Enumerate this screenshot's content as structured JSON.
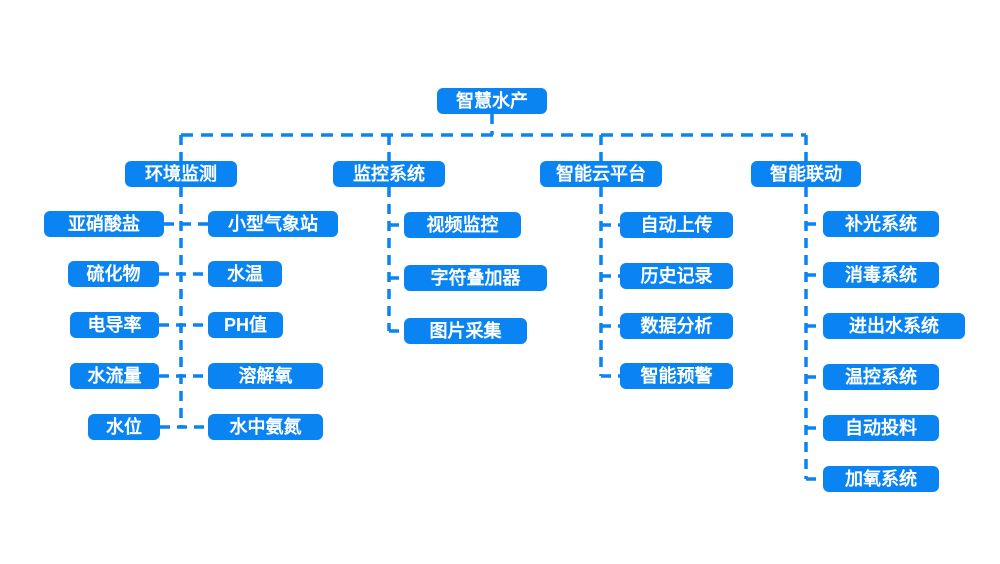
{
  "diagram": {
    "accent_color": "#0a84f2",
    "root": {
      "label": "智慧水产"
    },
    "branches": [
      {
        "label": "环境监测",
        "children_left": [
          "亚硝酸盐",
          "硫化物",
          "电导率",
          "水流量",
          "水位"
        ],
        "children_right": [
          "小型气象站",
          "水温",
          "PH值",
          "溶解氧",
          "水中氨氮"
        ]
      },
      {
        "label": "监控系统",
        "children": [
          "视频监控",
          "字符叠加器",
          "图片采集"
        ]
      },
      {
        "label": "智能云平台",
        "children": [
          "自动上传",
          "历史记录",
          "数据分析",
          "智能预警"
        ]
      },
      {
        "label": "智能联动",
        "children": [
          "补光系统",
          "消毒系统",
          "进出水系统",
          "温控系统",
          "自动投料",
          "加氧系统"
        ]
      }
    ]
  }
}
